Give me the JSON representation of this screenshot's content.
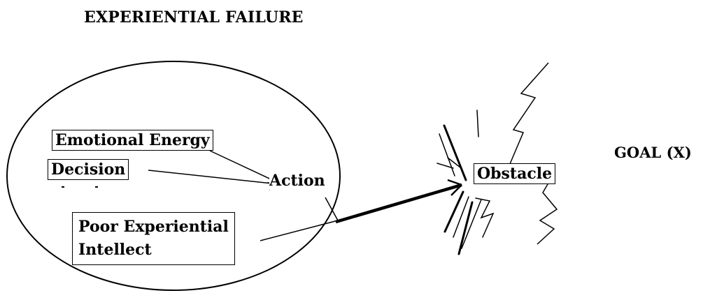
{
  "title": "EXPERIENTIAL FAILURE",
  "goal": "GOAL (X)",
  "nodes": {
    "emotional_energy": "Emotional Energy",
    "decision": "Decision",
    "action": "Action",
    "poor_intellect_line1": "Poor Experiential",
    "poor_intellect_line2": "Intellect",
    "obstacle": "Obstacle"
  }
}
